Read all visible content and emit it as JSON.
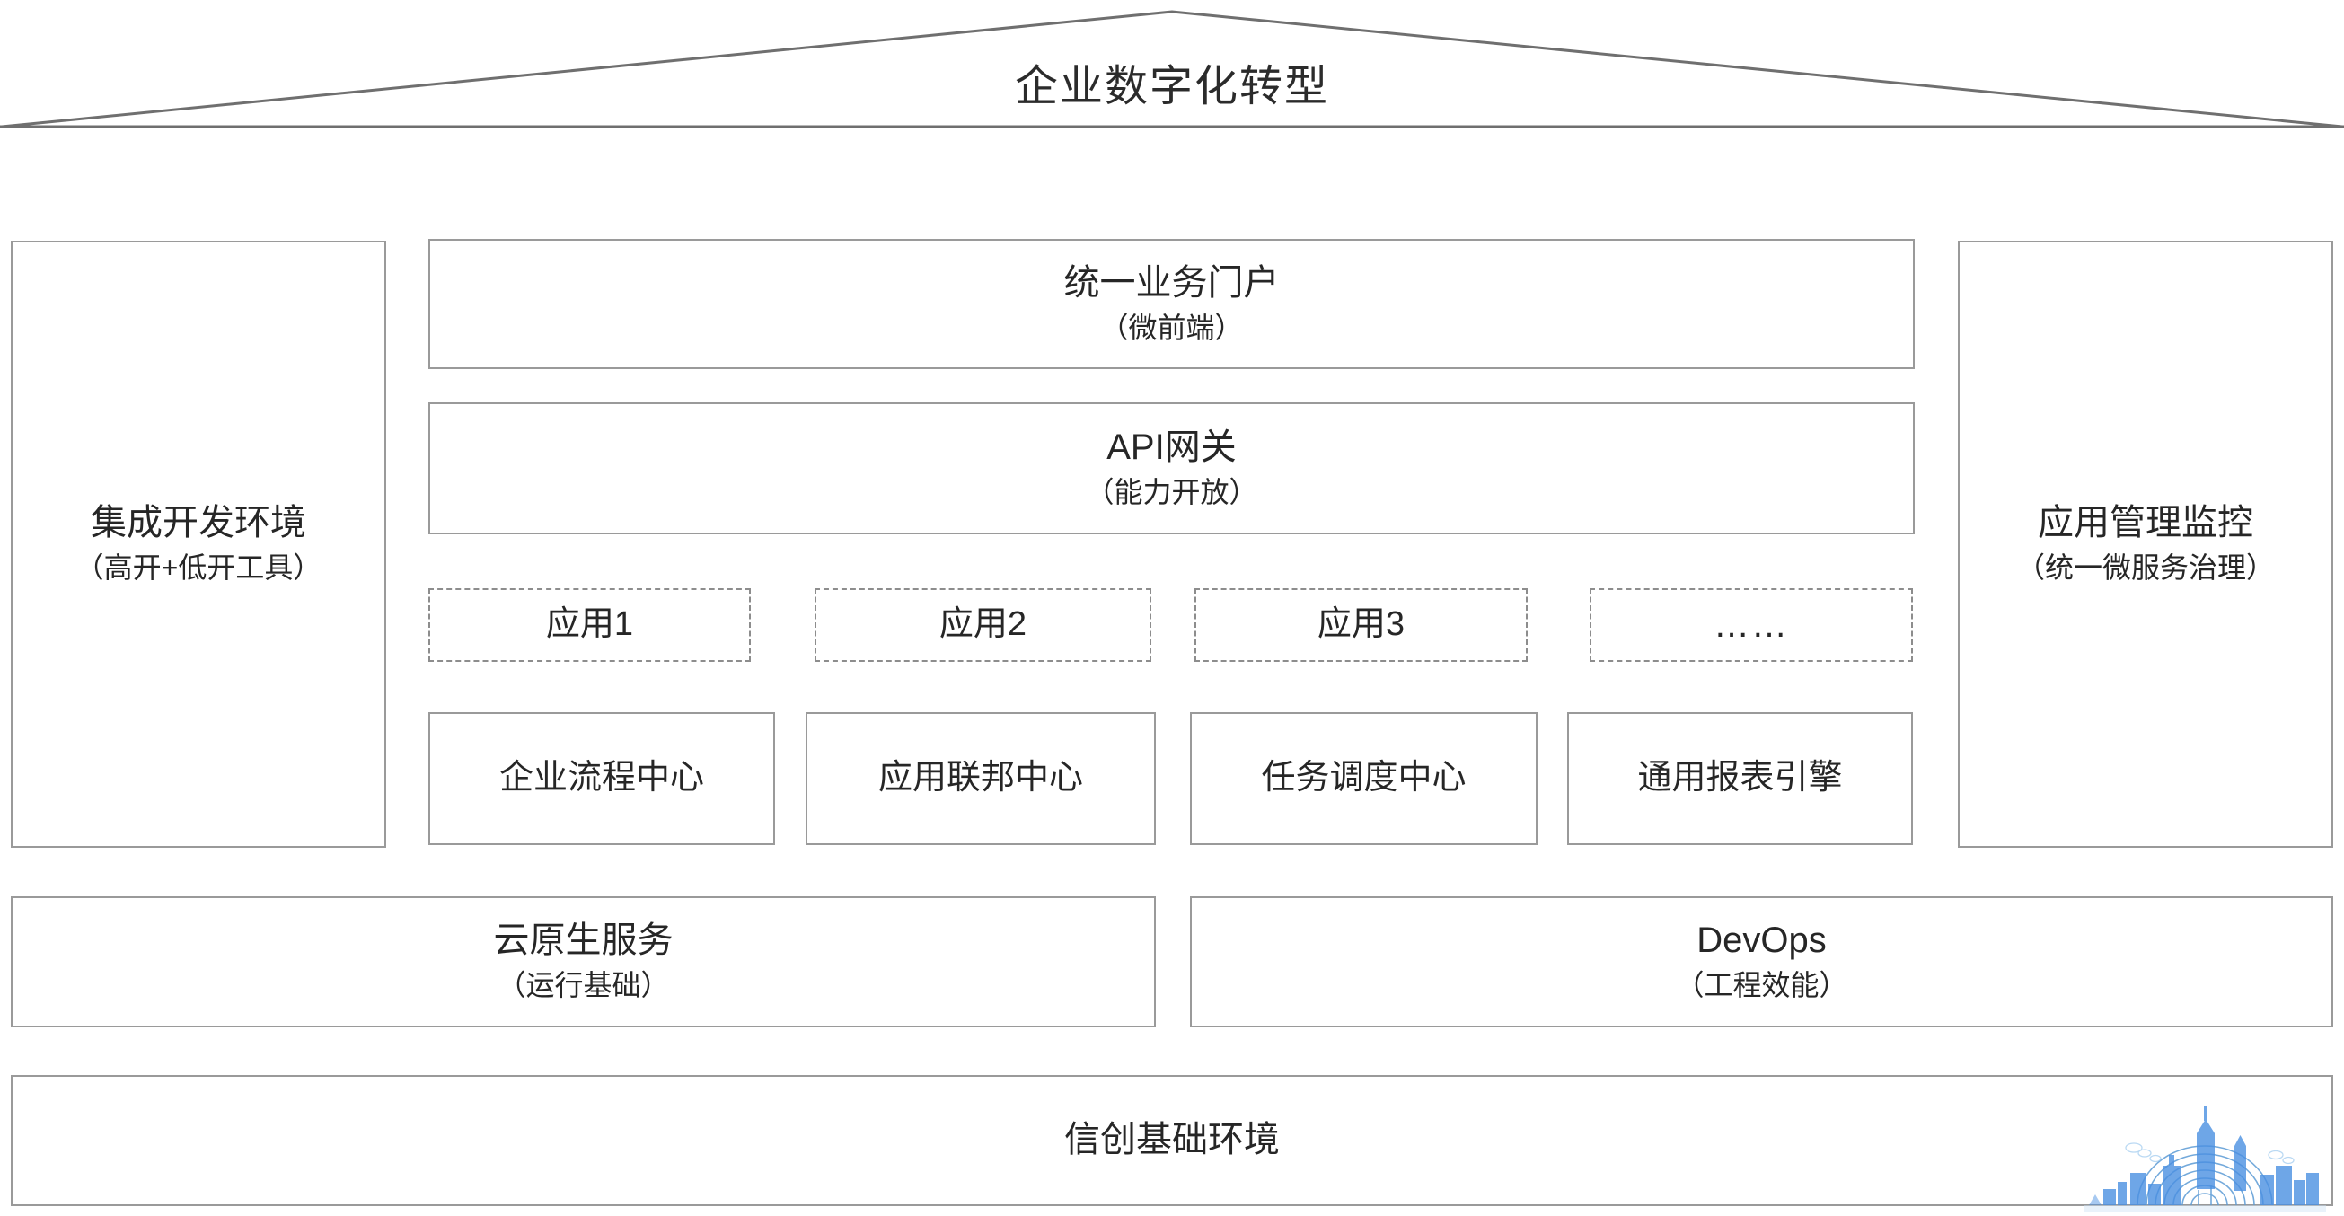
{
  "roof": {
    "title": "企业数字化转型"
  },
  "side_left": {
    "title": "集成开发环境",
    "subtitle": "（高开+低开工具）"
  },
  "side_right": {
    "title": "应用管理监控",
    "subtitle": "（统一微服务治理）"
  },
  "portal": {
    "title": "统一业务门户",
    "subtitle": "（微前端）"
  },
  "api_gateway": {
    "title": "API网关",
    "subtitle": "（能力开放）"
  },
  "applications": [
    {
      "label": "应用1"
    },
    {
      "label": "应用2"
    },
    {
      "label": "应用3"
    },
    {
      "label": "……"
    }
  ],
  "services": [
    {
      "label": "企业流程中心"
    },
    {
      "label": "应用联邦中心"
    },
    {
      "label": "任务调度中心"
    },
    {
      "label": "通用报表引擎"
    }
  ],
  "cloud_native": {
    "title": "云原生服务",
    "subtitle": "（运行基础）"
  },
  "devops": {
    "title": "DevOps",
    "subtitle": "（工程效能）"
  },
  "foundation": {
    "title": "信创基础环境"
  },
  "watermark": {
    "name": "city-skyline-fingerprint-watermark",
    "color": "#4a90e2"
  },
  "colors": {
    "border": "#9a9a9a",
    "dashed_border": "#8d8d8d",
    "text": "#262626",
    "roof_line": "#6f6f6f",
    "background": "#ffffff"
  }
}
